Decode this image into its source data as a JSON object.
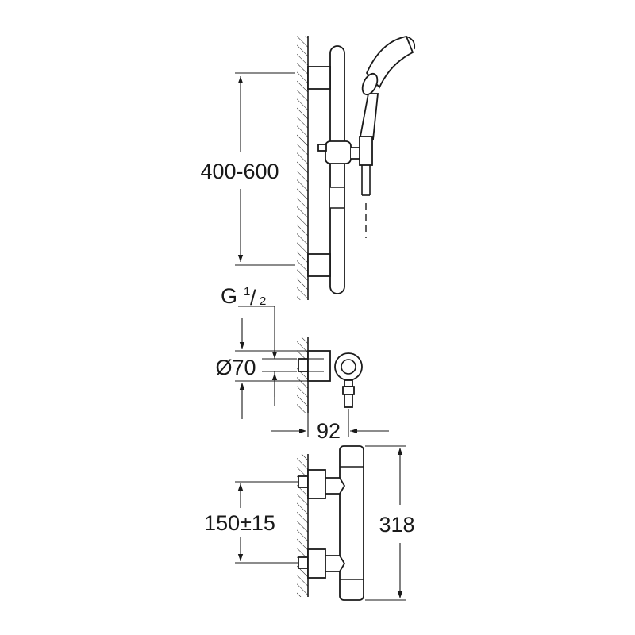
{
  "dimensions": {
    "rail_height": "400-600",
    "thread_prefix": "G",
    "thread_numerator": "1",
    "thread_slash": "/",
    "thread_denominator": "2",
    "outlet_diameter": "Ø70",
    "wall_projection": "92",
    "inlet_spacing": "150±15",
    "mixer_height": "318"
  }
}
